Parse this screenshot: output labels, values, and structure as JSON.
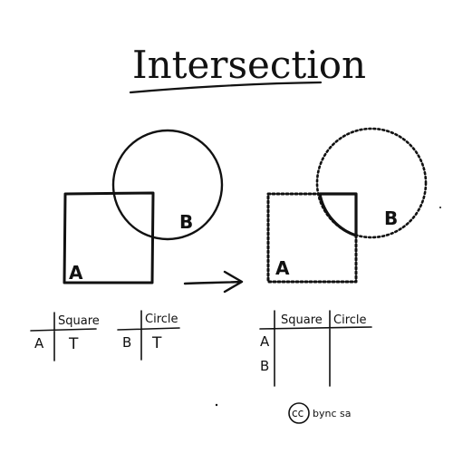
{
  "title": "Intersection",
  "left_diagram": {
    "label_a": "A",
    "label_b": "B"
  },
  "right_diagram": {
    "label_a": "A",
    "label_b": "B"
  },
  "table_square": {
    "header": "Square",
    "row_label": "A",
    "value": "T"
  },
  "table_circle": {
    "header": "Circle",
    "row_label": "B",
    "value": "T"
  },
  "table_result": {
    "col1": "Square",
    "col2": "Circle",
    "row1": "A",
    "row2": "B"
  },
  "license": {
    "badge": "cc",
    "text": "bync sa"
  }
}
